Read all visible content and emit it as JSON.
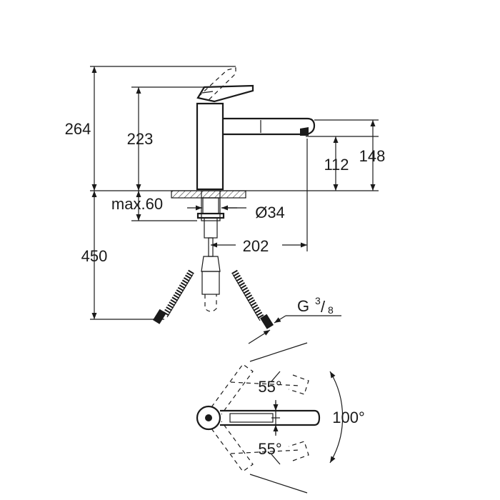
{
  "dimensions": {
    "total_height": "264",
    "spout_body_height": "223",
    "outlet_height_inner": "112",
    "outlet_height_outer": "148",
    "max_counter": "max.60",
    "hole_diameter": "Ø34",
    "spout_reach": "202",
    "hose_length": "450",
    "connection_base": "G",
    "connection_num": "3",
    "connection_den": "8"
  },
  "angles": {
    "swivel_top": "55°",
    "swivel_bottom": "55°",
    "swivel_total": "100°"
  },
  "colors": {
    "line": "#1a1a1a",
    "background": "#ffffff"
  }
}
